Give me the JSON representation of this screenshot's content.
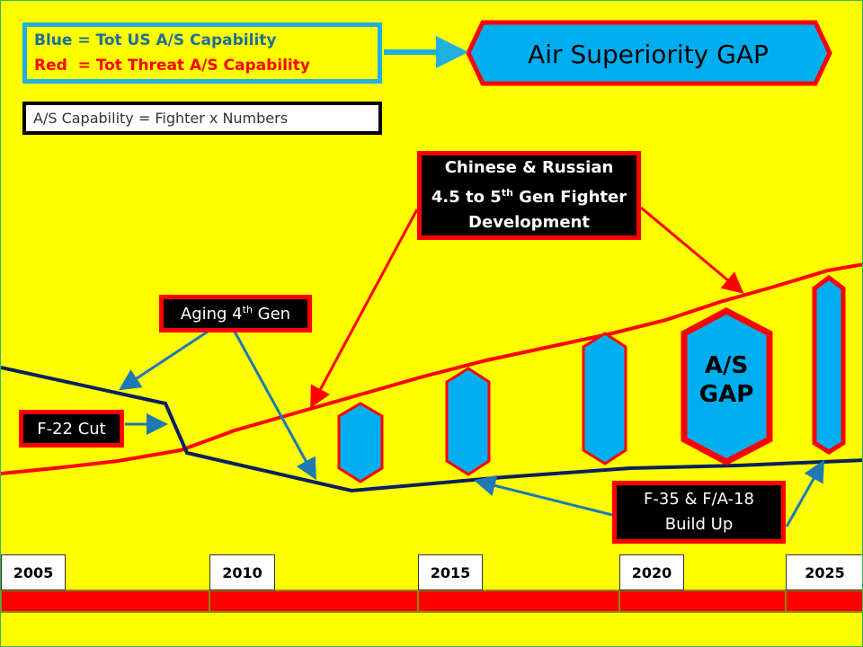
{
  "legend": {
    "blue": "Blue = Tot US A/S Capability",
    "red": "Red  = Tot Threat A/S Capability"
  },
  "title": "Air Superiority GAP",
  "formula": "A/S Capability = Fighter x Numbers",
  "callouts": {
    "chinese": {
      "line1": "Chinese & Russian",
      "line2a": "4.5 to 5",
      "line2sup": "th",
      "line2b": " Gen Fighter",
      "line3": "Development"
    },
    "aging": {
      "text": "Aging 4",
      "sup": "th",
      "tail": " Gen"
    },
    "f22": "F-22 Cut",
    "f35": {
      "line1": "F-35 & F/A-18",
      "line2": "Build Up"
    }
  },
  "gap_label": {
    "line1": "A/S",
    "line2": "GAP"
  },
  "years": [
    "2005",
    "2010",
    "2015",
    "2020",
    "2025"
  ],
  "colors": {
    "background": "#ffff00",
    "us_line": "#0a2060",
    "threat_line": "#ff0000",
    "gap_fill": "#00aeef",
    "arrow": "#1f78b4"
  }
}
